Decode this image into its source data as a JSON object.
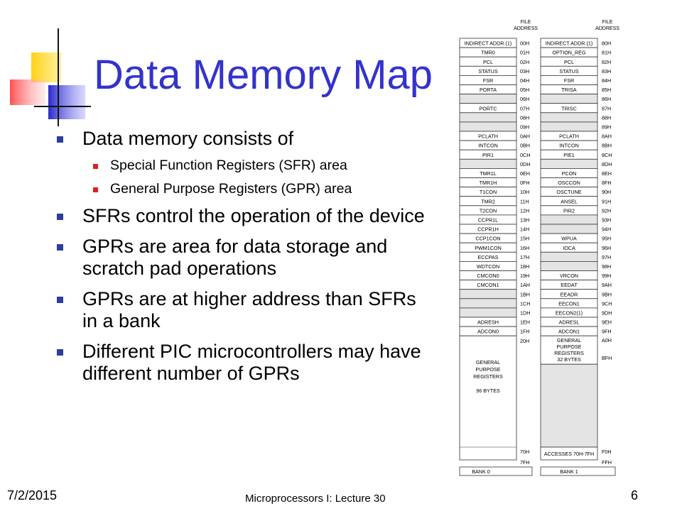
{
  "slide": {
    "title": "Data Memory Map",
    "bullets": [
      {
        "text": "Data memory consists of",
        "sub": [
          "Special Function Registers (SFR) area",
          "General Purpose Registers (GPR) area"
        ]
      },
      {
        "text": "SFRs control the operation of the device",
        "sub": []
      },
      {
        "text": "GPRs are area for data storage and scratch pad operations",
        "sub": []
      },
      {
        "text": "GPRs are at higher address than SFRs in a bank",
        "sub": []
      },
      {
        "text": "Different PIC microcontrollers may have different number of GPRs",
        "sub": []
      }
    ]
  },
  "memory_map": {
    "header_label": "FILE ADDRESS",
    "bank0": {
      "label": "BANK 0",
      "rows": [
        {
          "name": "INDIRECT ADDR.(1)",
          "addr": "00H"
        },
        {
          "name": "TMR0",
          "addr": "01H"
        },
        {
          "name": "PCL",
          "addr": "02H"
        },
        {
          "name": "STATUS",
          "addr": "03H"
        },
        {
          "name": "FSR",
          "addr": "04H"
        },
        {
          "name": "PORTA",
          "addr": "05H"
        },
        {
          "name": "",
          "addr": "06H"
        },
        {
          "name": "PORTC",
          "addr": "07H"
        },
        {
          "name": "",
          "addr": "08H"
        },
        {
          "name": "",
          "addr": "09H"
        },
        {
          "name": "PCLATH",
          "addr": "0AH"
        },
        {
          "name": "INTCON",
          "addr": "0BH"
        },
        {
          "name": "PIR1",
          "addr": "0CH"
        },
        {
          "name": "",
          "addr": "0DH"
        },
        {
          "name": "TMR1L",
          "addr": "0EH"
        },
        {
          "name": "TMR1H",
          "addr": "0FH"
        },
        {
          "name": "T1CON",
          "addr": "10H"
        },
        {
          "name": "TMR2",
          "addr": "11H"
        },
        {
          "name": "T2CON",
          "addr": "12H"
        },
        {
          "name": "CCPR1L",
          "addr": "13H"
        },
        {
          "name": "CCPR1H",
          "addr": "14H"
        },
        {
          "name": "CCP1CON",
          "addr": "15H"
        },
        {
          "name": "PWM1CON",
          "addr": "16H"
        },
        {
          "name": "ECCPAS",
          "addr": "17H"
        },
        {
          "name": "WDTCON",
          "addr": "18H"
        },
        {
          "name": "CMCON0",
          "addr": "19H"
        },
        {
          "name": "CMCON1",
          "addr": "1AH"
        },
        {
          "name": "",
          "addr": "1BH"
        },
        {
          "name": "",
          "addr": "1CH"
        },
        {
          "name": "",
          "addr": "1DH"
        },
        {
          "name": "ADRESH",
          "addr": "1EH"
        },
        {
          "name": "ADCON0",
          "addr": "1FH"
        }
      ],
      "gpr_lines": [
        "GENERAL",
        "PURPOSE",
        "REGISTERS",
        "",
        "96 BYTES"
      ],
      "gpr_start": "20H",
      "gpr_end_labels": [
        "70H",
        "7FH"
      ]
    },
    "bank1": {
      "label": "BANK 1",
      "rows": [
        {
          "name": "INDIRECT ADDR.(1)",
          "addr": "80H"
        },
        {
          "name": "OPTION_REG",
          "addr": "81H"
        },
        {
          "name": "PCL",
          "addr": "82H"
        },
        {
          "name": "STATUS",
          "addr": "83H"
        },
        {
          "name": "FSR",
          "addr": "84H"
        },
        {
          "name": "TRISA",
          "addr": "85H"
        },
        {
          "name": "",
          "addr": "86H"
        },
        {
          "name": "TRISC",
          "addr": "87H"
        },
        {
          "name": "",
          "addr": "88H"
        },
        {
          "name": "",
          "addr": "89H"
        },
        {
          "name": "PCLATH",
          "addr": "8AH"
        },
        {
          "name": "INTCON",
          "addr": "8BH"
        },
        {
          "name": "PIE1",
          "addr": "8CH"
        },
        {
          "name": "",
          "addr": "8DH"
        },
        {
          "name": "PCON",
          "addr": "8EH"
        },
        {
          "name": "OSCCON",
          "addr": "8FH"
        },
        {
          "name": "OSCTUNE",
          "addr": "90H"
        },
        {
          "name": "ANSEL",
          "addr": "91H"
        },
        {
          "name": "PIR2",
          "addr": "92H"
        },
        {
          "name": "",
          "addr": "93H"
        },
        {
          "name": "",
          "addr": "94H"
        },
        {
          "name": "WPUA",
          "addr": "95H"
        },
        {
          "name": "IOCA",
          "addr": "96H"
        },
        {
          "name": "",
          "addr": "97H"
        },
        {
          "name": "",
          "addr": "98H"
        },
        {
          "name": "VRCON",
          "addr": "99H"
        },
        {
          "name": "EEDAT",
          "addr": "9AH"
        },
        {
          "name": "EEADR",
          "addr": "9BH"
        },
        {
          "name": "EECON1",
          "addr": "9CH"
        },
        {
          "name": "EECON2(1)",
          "addr": "9DH"
        },
        {
          "name": "ADRESL",
          "addr": "9EH"
        },
        {
          "name": "ADCON1",
          "addr": "9FH"
        }
      ],
      "gpr_lines": [
        "GENERAL",
        "PURPOSE",
        "REGISTERS",
        "32 BYTES"
      ],
      "gpr_addrs": [
        "A0H",
        "BFH"
      ],
      "access_label": "ACCESSES 70H-7FH",
      "access_addrs": [
        "F0H",
        "FFH"
      ]
    }
  },
  "footer": {
    "date": "7/2/2015",
    "center": "Microprocessors I: Lecture 30",
    "page": "6"
  },
  "colors": {
    "title": "#3333cc",
    "bullet_main": "#2a3f9e",
    "bullet_sub": "#e0201a",
    "deco_yellow": "#ffd21a",
    "deco_red": "#ff2020",
    "deco_blue": "#2a2acc"
  }
}
